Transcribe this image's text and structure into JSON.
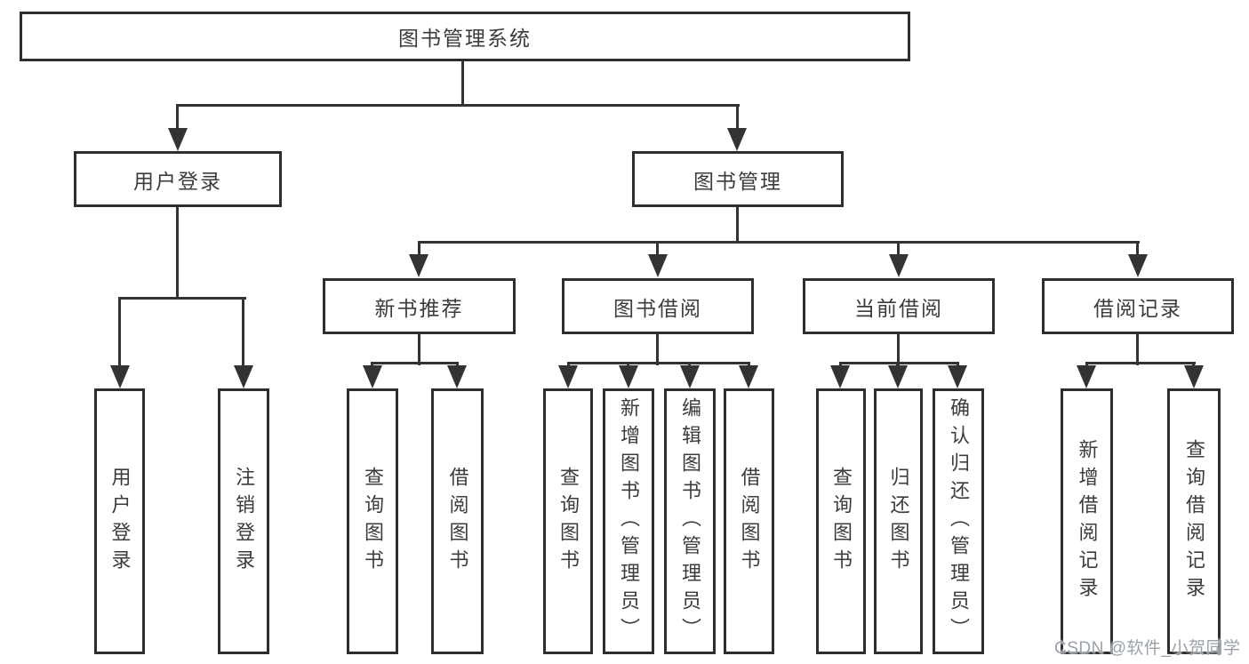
{
  "title_node": "图书管理系统",
  "level2": [
    "用户登录",
    "图书管理"
  ],
  "level3": [
    "新书推荐",
    "图书借阅",
    "当前借阅",
    "借阅记录"
  ],
  "leaves": {
    "user_login": [
      "用户登录",
      "注销登录"
    ],
    "new_book": [
      "查询图书",
      "借阅图书"
    ],
    "book_borrow": [
      "查询图书",
      "新增图书（管理员）",
      "编辑图书（管理员）",
      "借阅图书"
    ],
    "current_borrow": [
      "查询图书",
      "归还图书",
      "确认归还（管理员）"
    ],
    "borrow_records": [
      "新增借阅记录",
      "查询借阅记录"
    ]
  },
  "watermark": "CSDN @软件_小贺同学",
  "colors": {
    "line": "#333333",
    "box_border": "#2e2e2e",
    "box_fill": "#ffffff",
    "text": "#3c3c3c",
    "background": "#ffffff",
    "watermark": "#9aa1aa"
  }
}
